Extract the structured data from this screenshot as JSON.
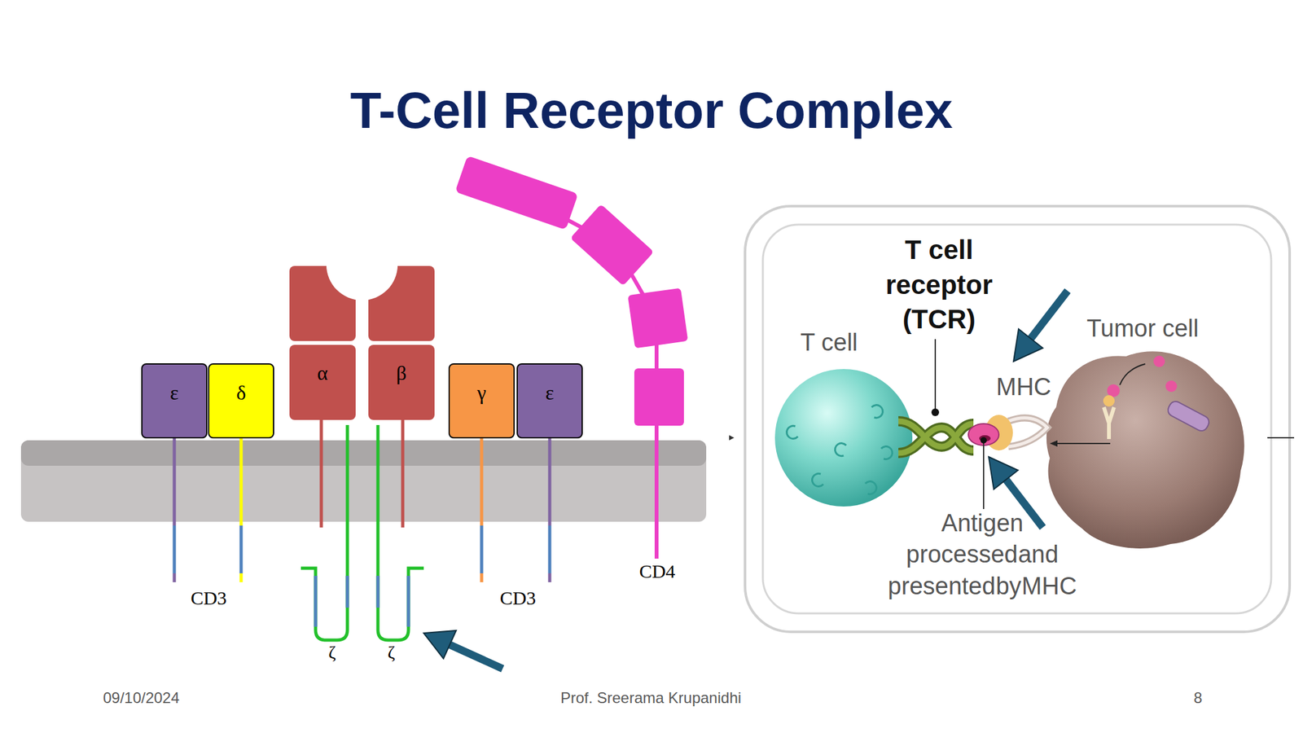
{
  "diagram": {
    "title": "T-Cell Receptor Complex",
    "nodes": [
      {
        "text": [
          "ε"
        ]
      },
      {
        "text": [
          "δ"
        ]
      },
      {
        "text": [
          "α"
        ]
      },
      {
        "text": [
          "β"
        ]
      },
      {
        "text": [
          "γ"
        ]
      },
      {
        "text": [
          "ε"
        ]
      }
    ],
    "labels": [
      "CD3",
      "ζ",
      "ζ",
      "CD3",
      "CD4",
      "T cell receptor (TCR)",
      "T cell",
      "MHC",
      "Tumor cell",
      "Antigen processed and presented by MHC",
      "09/10/2024",
      "Prof. Sreerama Krupanidhi",
      "8"
    ]
  }
}
